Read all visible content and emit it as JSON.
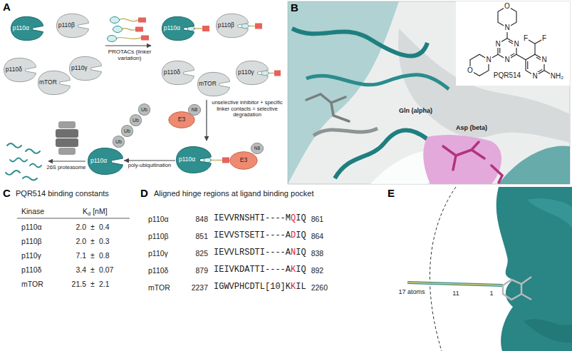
{
  "diagram": {
    "nodes": [
      {
        "text": [
          "p110α"
        ]
      },
      {
        "text": [
          "p110β"
        ]
      },
      {
        "text": [
          "p110δ"
        ]
      },
      {
        "text": [
          "mTOR"
        ]
      },
      {
        "text": [
          "p110γ"
        ]
      },
      {
        "text": [
          "p110α"
        ]
      },
      {
        "text": [
          "p110β"
        ]
      },
      {
        "text": [
          "p110δ"
        ]
      },
      {
        "text": [
          "mTOR"
        ]
      },
      {
        "text": [
          "p110γ"
        ]
      },
      {
        "text": [
          "E3"
        ]
      },
      {
        "text": [
          "N8"
        ]
      },
      {
        "text": [
          "p110α"
        ]
      },
      {
        "text": [
          "E3"
        ]
      },
      {
        "text": [
          "N8"
        ]
      },
      {
        "text": [
          "p110α"
        ]
      },
      {
        "text": [
          "Ub"
        ]
      },
      {
        "text": [
          "Ub"
        ]
      },
      {
        "text": [
          "Ub"
        ]
      },
      {
        "text": [
          "Ub"
        ]
      }
    ],
    "edges": [
      {
        "from": 12,
        "to": 15,
        "arrow": "to",
        "label": "poly-ubiquitination"
      }
    ],
    "labels": [
      "A",
      "PROTACs (linker variation)",
      "unselective inhibitor + specific linker contacts = selective degradation",
      "26S proteasome",
      "B",
      "O",
      "N",
      "N",
      "N",
      "N",
      "N",
      "O",
      "F",
      "F",
      "N",
      "N",
      "NH₂",
      "PQR514",
      "Gln (alpha)",
      "Asp (beta)",
      "C",
      "PQR514 binding constants",
      "Kinase",
      "K",
      "d",
      "[nM]",
      "p110α",
      "2.0",
      "±",
      "0.4",
      "p110β",
      "2.0",
      "±",
      "0.3",
      "p110γ",
      "7.1",
      "±",
      "0.8",
      "p110δ",
      "3.4",
      "±",
      "0.07",
      "mTOR",
      "21.5",
      "±",
      "2.1",
      "D",
      "Aligned hinge regions at ligand binding pocket",
      "p110α",
      "848",
      "IEVVRNSHTI----M",
      "Q",
      "IQ",
      "861",
      "p110β",
      "851",
      "IEVVSTSETI----A",
      "D",
      "IQ",
      "864",
      "p110γ",
      "825",
      "IEVVLRSDTI----A",
      "N",
      "IQ",
      "838",
      "p110δ",
      "879",
      "IEIVKDATTI----A",
      "K",
      "IQ",
      "892",
      "mTOR",
      "2237",
      "IGWVPHCDTL[10]K",
      "K",
      "IL",
      "2260",
      "E",
      "17 atoms",
      "11",
      "1"
    ]
  }
}
